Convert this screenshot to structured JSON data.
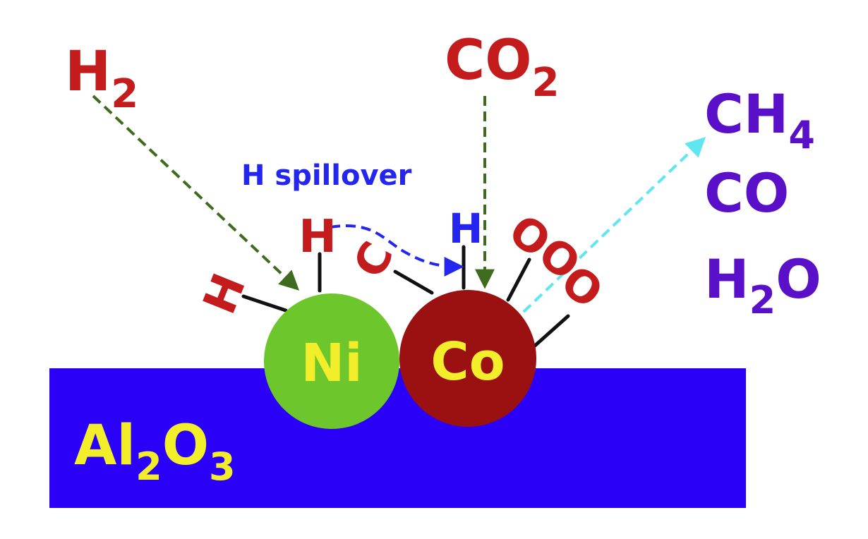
{
  "colors": {
    "background": "#ffffff",
    "support": "#2a00f6",
    "support_label": "#f2ee2a",
    "ni_fill": "#6cc62c",
    "co_fill": "#9b1111",
    "metal_label": "#f2ee2a",
    "reactant": "#c41c1c",
    "product": "#5a10c8",
    "spillover": "#2525f0",
    "arrow_green": "#3e6b1e",
    "arrow_cyan": "#5fe6f0",
    "bond": "#111111"
  },
  "support": {
    "label_main": "Al",
    "label_sub1": "2",
    "label_mid": "O",
    "label_sub2": "3"
  },
  "particles": {
    "ni": "Ni",
    "co": "Co"
  },
  "reactants": {
    "h2_main": "H",
    "h2_sub": "2",
    "co2_main": "CO",
    "co2_sub": "2"
  },
  "spillover_label": "H spillover",
  "adsorbed": {
    "h_ni_left": "H",
    "h_ni_top": "H",
    "c_atom": "C",
    "h_co": "H",
    "o_upper": "O",
    "o_middle": "O",
    "o_lower": "O"
  },
  "products": [
    {
      "main": "CH",
      "sub": "4"
    },
    {
      "main": "CO",
      "sub": ""
    },
    {
      "main": "H",
      "sub": "2",
      "tail": "O"
    }
  ]
}
